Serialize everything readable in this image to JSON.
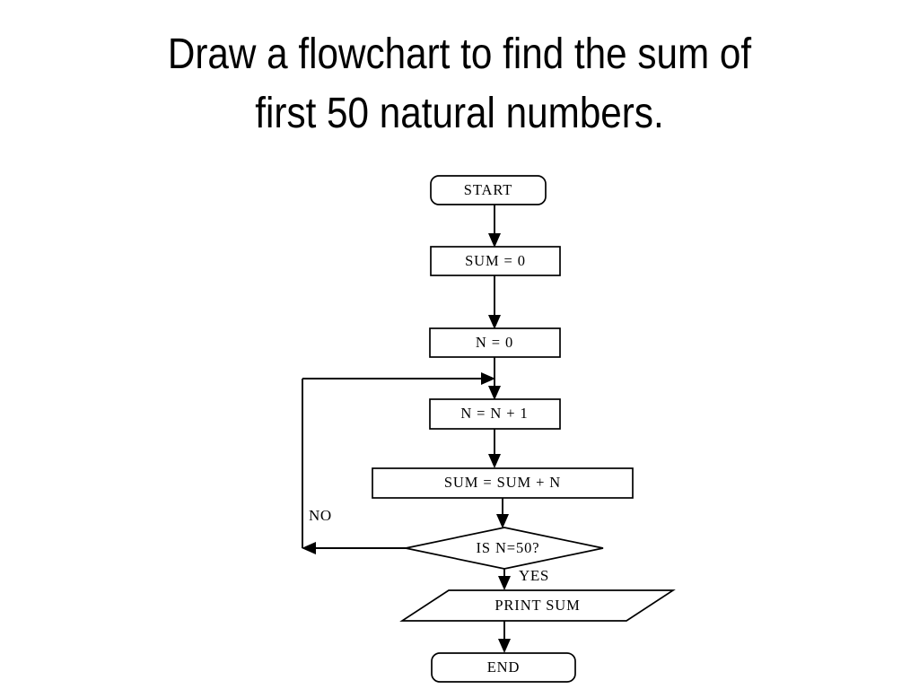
{
  "slide": {
    "title": "Draw a flowchart to find the sum of\nfirst 50 natural numbers.",
    "background_color": "#ffffff",
    "ink_color": "#000000"
  },
  "chart_data": {
    "type": "flowchart",
    "title": "Draw a flowchart to find the sum of first 50 natural numbers.",
    "orientation": "top-to-bottom",
    "nodes": [
      {
        "id": "start",
        "label": "START",
        "shape": "terminator"
      },
      {
        "id": "sum_init",
        "label": "SUM = 0",
        "shape": "process"
      },
      {
        "id": "n_init",
        "label": "N = 0",
        "shape": "process"
      },
      {
        "id": "n_inc",
        "label": "N = N + 1",
        "shape": "process"
      },
      {
        "id": "sum_acc",
        "label": "SUM = SUM + N",
        "shape": "process"
      },
      {
        "id": "decision",
        "label": "IS N=50?",
        "shape": "decision"
      },
      {
        "id": "print",
        "label": "PRINT SUM",
        "shape": "parallelogram"
      },
      {
        "id": "end",
        "label": "END",
        "shape": "terminator"
      }
    ],
    "edges": [
      {
        "from": "start",
        "to": "sum_init",
        "label": ""
      },
      {
        "from": "sum_init",
        "to": "n_init",
        "label": ""
      },
      {
        "from": "n_init",
        "to": "n_inc",
        "label": ""
      },
      {
        "from": "n_inc",
        "to": "sum_acc",
        "label": ""
      },
      {
        "from": "sum_acc",
        "to": "decision",
        "label": ""
      },
      {
        "from": "decision",
        "to": "n_inc",
        "label": "NO"
      },
      {
        "from": "decision",
        "to": "print",
        "label": "YES"
      },
      {
        "from": "print",
        "to": "end",
        "label": ""
      }
    ],
    "branch_labels": {
      "no": "NO",
      "yes": "YES"
    }
  },
  "flow": {
    "start_label": "START",
    "sum_init_label": "SUM = 0",
    "n_init_label": "N = 0",
    "n_inc_label": "N = N + 1",
    "sum_acc_label": "SUM = SUM + N",
    "decision_label": "IS N=50?",
    "print_label": "PRINT SUM",
    "end_label": "END",
    "no_label": "NO",
    "yes_label": "YES"
  }
}
